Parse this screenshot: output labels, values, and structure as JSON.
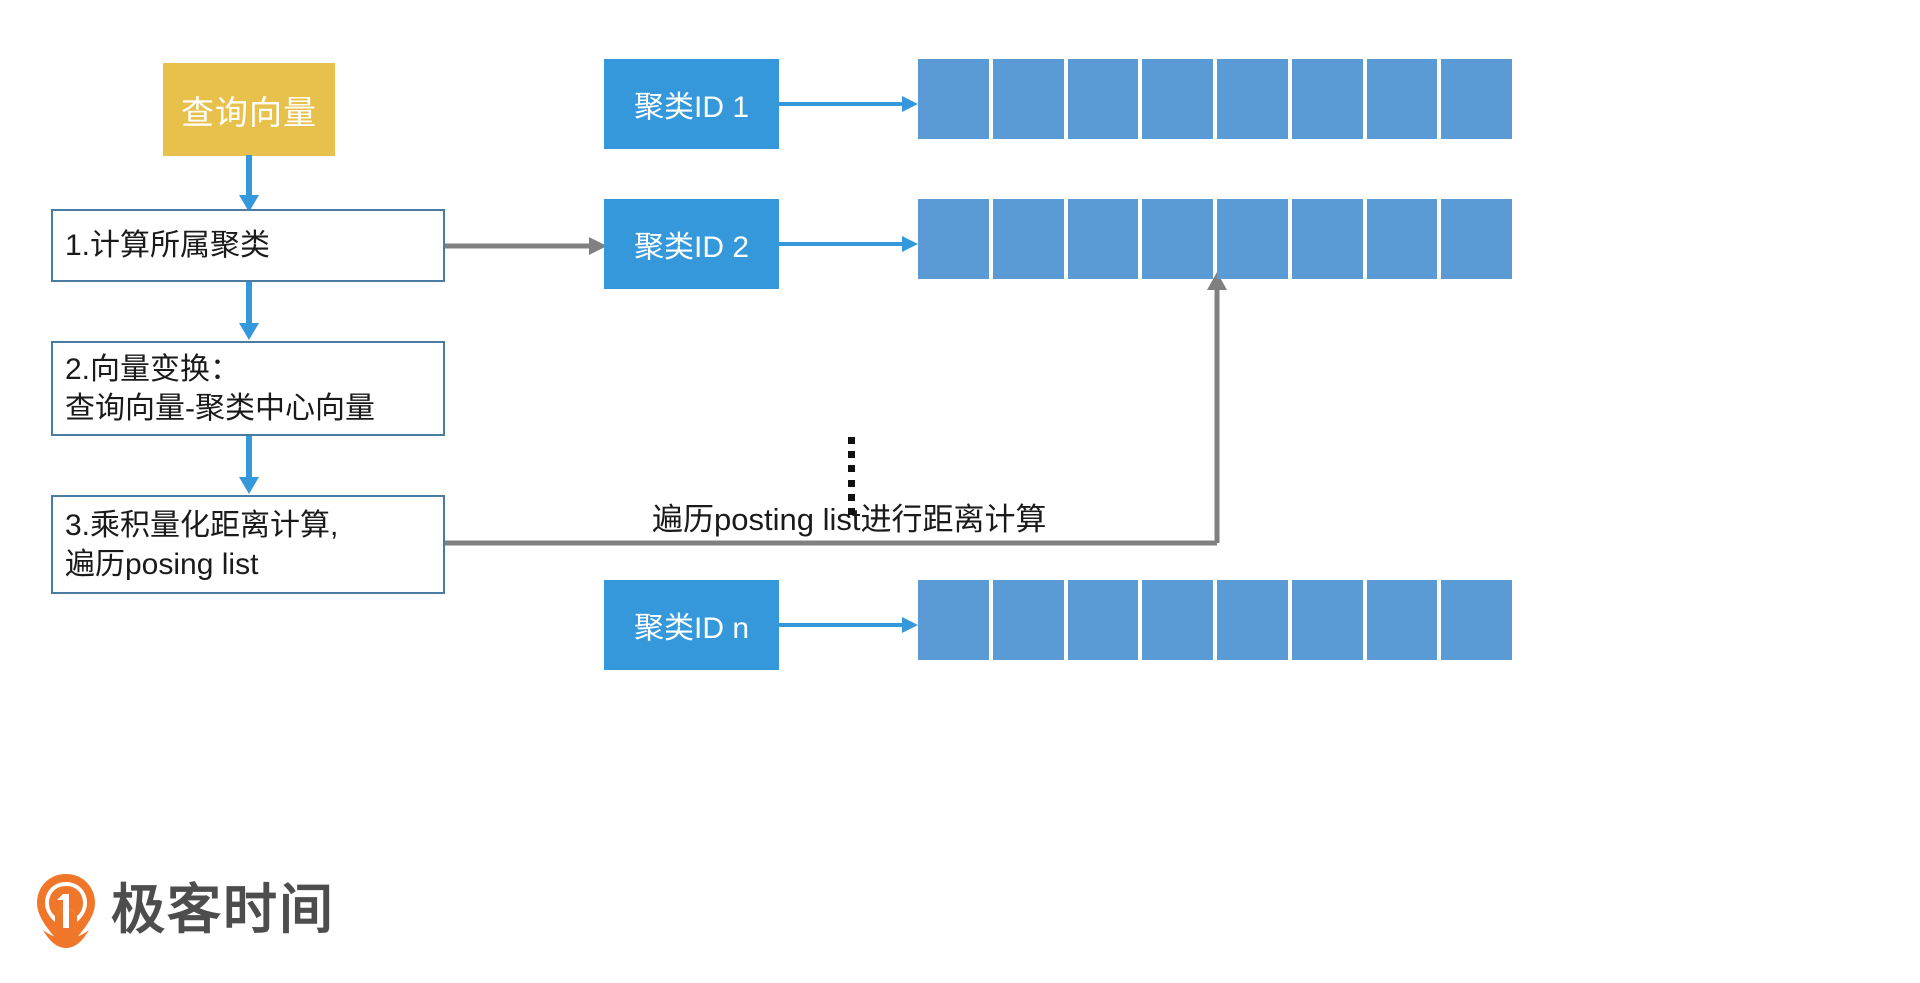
{
  "diagram": {
    "title": "向量检索查询流程",
    "colors": {
      "query_box_fill": "#e8c04c",
      "step_box_border": "#4a7ba0",
      "cluster_box_fill": "#3498db",
      "posting_cell_fill": "#5b9bd5",
      "blue_arrow": "#3498db",
      "gray_arrow": "#808080",
      "logo_orange": "#f0772a",
      "logo_gray": "#4d4d4d"
    },
    "query_box": {
      "label": "查询向量"
    },
    "steps": [
      {
        "label": "1.计算所属聚类"
      },
      {
        "label": "2.向量变换：\n   查询向量-聚类中心向量"
      },
      {
        "label": "3.乘积量化距离计算,\n   遍历posing list"
      }
    ],
    "clusters": [
      {
        "label": "聚类ID 1",
        "cells": 8
      },
      {
        "label": "聚类ID 2",
        "cells": 8
      },
      {
        "label": "聚类ID n",
        "cells": 8
      }
    ],
    "ellipsis_dots": 6,
    "mid_label": "遍历posting list进行距离计算",
    "logo": {
      "text": "极客时间",
      "icon": "geektime-pin-icon"
    }
  }
}
